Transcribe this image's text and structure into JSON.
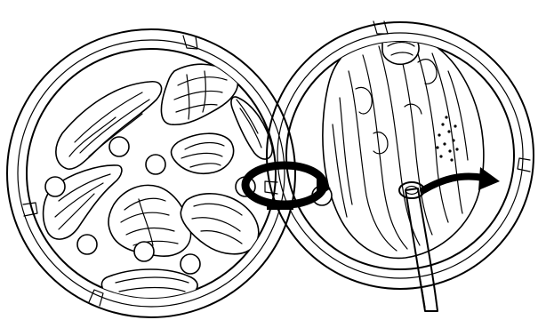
{
  "figure": {
    "colors": {
      "background": "#ffffff",
      "ink": "#000000",
      "dish_fill": "#a8a8a8",
      "fragment_fill": "#ffffff",
      "arrow": "#000000"
    },
    "icons": [
      "petri-dish-with-holes",
      "petri-dish-with-tissue",
      "rotate-arrow",
      "curved-arrow",
      "tube-probe"
    ]
  }
}
